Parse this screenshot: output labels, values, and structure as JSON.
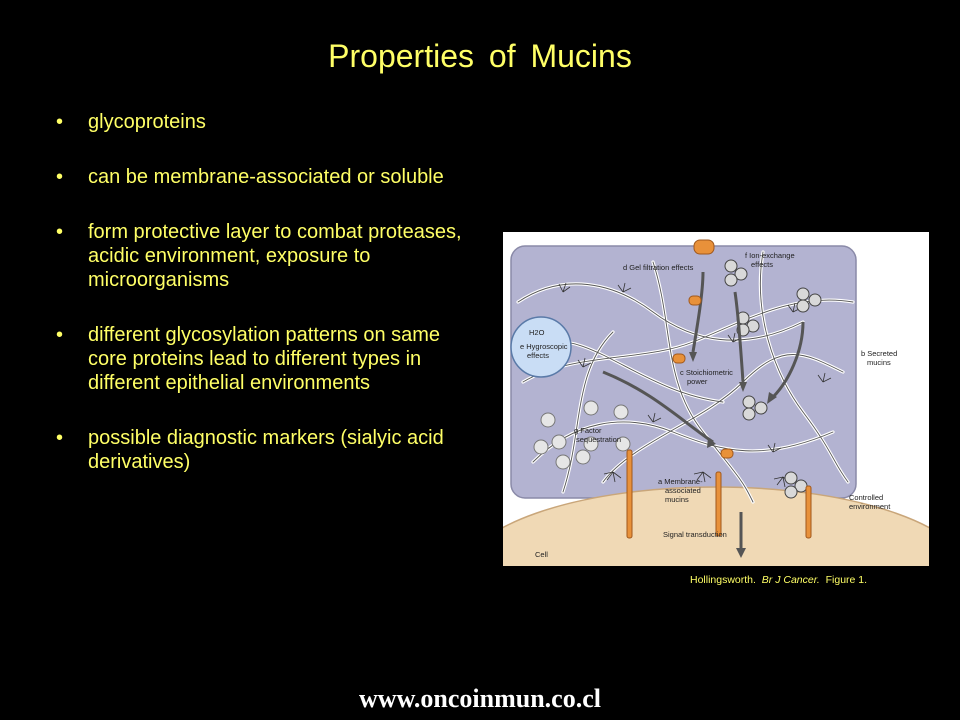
{
  "slide": {
    "title": "Properties of Mucins",
    "bullet_symbol": "•",
    "bullets": [
      "glycoproteins",
      "can be membrane-associated or soluble",
      "form protective layer to combat proteases, acidic environment, exposure to microorganisms",
      "different glycosylation patterns on same core proteins lead to different types in different epithelial environments",
      "possible diagnostic markers (sialyic acid derivatives)"
    ],
    "footer": "www.oncoinmun.co.cl"
  },
  "figure": {
    "labels": {
      "d": "d Gel filtration effects",
      "f1": "f Ion-exchange",
      "f2": "effects",
      "h2o": "H2O",
      "e1": "e Hygroscopic",
      "e2": "effects",
      "c1": "c Stoichiometric",
      "c2": "power",
      "b1": "b Secreted",
      "b2": "mucins",
      "g1": "g Factor",
      "g2": "sequestration",
      "a1": "a Membrane-",
      "a2": "associated",
      "a3": "mucins",
      "ce1": "Controlled",
      "ce2": "environment",
      "signal": "Signal transduction",
      "cell": "Cell"
    }
  },
  "caption": {
    "author": "Hollingsworth.",
    "journal": "Br J Cancer.",
    "figure": "Figure 1."
  },
  "colors": {
    "text": "#ffff66",
    "background": "#000000",
    "footer": "#ffffff",
    "panel": "#b3b3d1",
    "cell": "#f0d9b5",
    "orange": "#e8913a"
  }
}
